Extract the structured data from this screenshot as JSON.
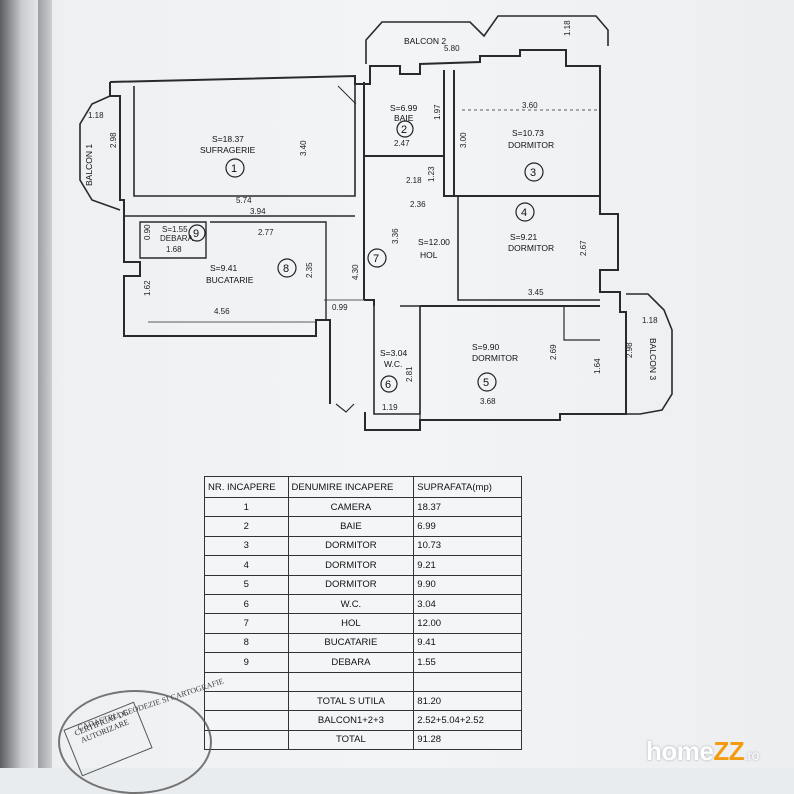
{
  "plan": {
    "rooms": [
      {
        "n": "1",
        "name": "SUFRAGERIE",
        "s": "S=18.37"
      },
      {
        "n": "2",
        "name": "BAIE",
        "s": "S=6.99"
      },
      {
        "n": "3",
        "name": "DORMITOR",
        "s": "S=10.73"
      },
      {
        "n": "4",
        "name": "DORMITOR",
        "s": "S=9.21"
      },
      {
        "n": "5",
        "name": "DORMITOR",
        "s": "S=9.90"
      },
      {
        "n": "6",
        "name": "W.C.",
        "s": "S=3.04"
      },
      {
        "n": "7",
        "name": "HOL",
        "s": "S=12.00"
      },
      {
        "n": "8",
        "name": "BUCATARIE",
        "s": "S=9.41"
      },
      {
        "n": "9",
        "name": "DEBARA",
        "s": "S=1.55"
      }
    ],
    "balconies": [
      "BALCON 1",
      "BALCON 2",
      "BALCON 3"
    ],
    "dimensions": [
      "1.18",
      "2.98",
      "5.74",
      "3.40",
      "3.94",
      "2.77",
      "0.90",
      "1.68",
      "1.62",
      "4.56",
      "2.35",
      "0.99",
      "4.30",
      "3.36",
      "2.36",
      "2.18",
      "1.97",
      "2.47",
      "3.00",
      "1.23",
      "3.60",
      "5.80",
      "1.18",
      "2.67",
      "3.45",
      "1.18",
      "2.98",
      "2.69",
      "1.64",
      "3.68",
      "1.19",
      "2.81"
    ]
  },
  "table": {
    "headers": [
      "NR. INCAPERE",
      "DENUMIRE INCAPERE",
      "SUPRAFATA(mp)"
    ],
    "rows": [
      [
        "1",
        "CAMERA",
        "18.37"
      ],
      [
        "2",
        "BAIE",
        "6.99"
      ],
      [
        "3",
        "DORMITOR",
        "10.73"
      ],
      [
        "4",
        "DORMITOR",
        "9.21"
      ],
      [
        "5",
        "DORMITOR",
        "9.90"
      ],
      [
        "6",
        "W.C.",
        "3.04"
      ],
      [
        "7",
        "HOL",
        "12.00"
      ],
      [
        "8",
        "BUCATARIE",
        "9.41"
      ],
      [
        "9",
        "DEBARA",
        "1.55"
      ],
      [
        "",
        "",
        ""
      ],
      [
        "",
        "TOTAL S UTILA",
        "81.20"
      ],
      [
        "",
        "BALCON1+2+3",
        "2.52+5.04+2.52"
      ],
      [
        "",
        "TOTAL",
        "91.28"
      ]
    ]
  },
  "stamp": {
    "arc_text": "CADASTRU, GEODEZIE SI CARTOGRAFIE",
    "inner_text": "CERTIFICAT DE AUTORIZARE"
  },
  "watermark": {
    "brand1": "home",
    "brand2": "ZZ",
    "tld": ".ro"
  },
  "colors": {
    "ink": "#222222",
    "logo_accent": "#f39c12"
  }
}
